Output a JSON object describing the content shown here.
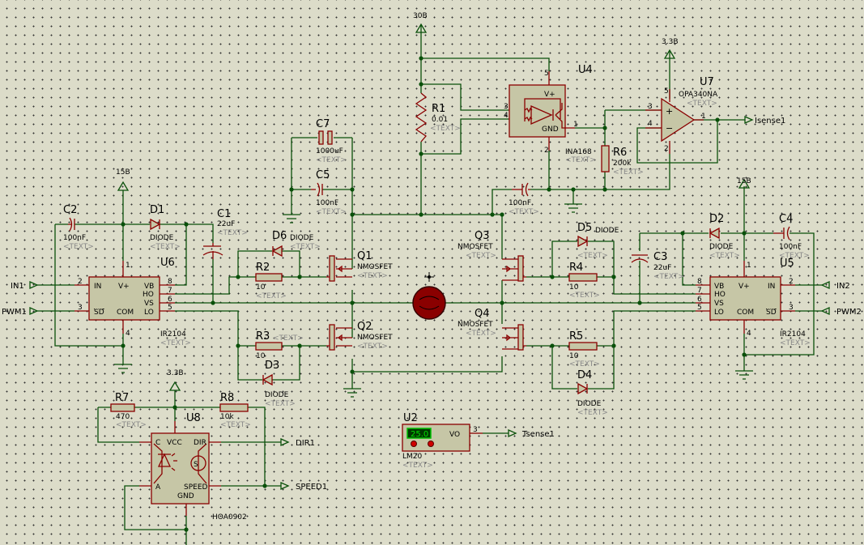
{
  "placeholder_text": "<TEXT>",
  "power": {
    "v30": "30В",
    "v15_left": "15В",
    "v15_right": "15В",
    "v33_opamp": "3.3В",
    "v33_sensor": "3.3В"
  },
  "terminals": {
    "in1": "IN1",
    "pwm1": "PWM1",
    "in2": "IN2",
    "pwm2": "PWM2",
    "isense1": "Isense1",
    "dir1": "DIR1",
    "speed1": "SPEED1",
    "tsense1": "Tsense1"
  },
  "components": {
    "R1": {
      "ref": "R1",
      "value": "0.01"
    },
    "R2": {
      "ref": "R2",
      "value": "10"
    },
    "R3": {
      "ref": "R3",
      "value": "10"
    },
    "R4": {
      "ref": "R4",
      "value": "10"
    },
    "R5": {
      "ref": "R5",
      "value": "10"
    },
    "R6": {
      "ref": "R6",
      "value": "200k"
    },
    "R7": {
      "ref": "R7",
      "value": "470"
    },
    "R8": {
      "ref": "R8",
      "value": "10k"
    },
    "C1": {
      "ref": "C1",
      "value": "22uF"
    },
    "C2": {
      "ref": "C2",
      "value": "100nF"
    },
    "C3": {
      "ref": "C3",
      "value": "22uF"
    },
    "C4": {
      "ref": "C4",
      "value": "100nF"
    },
    "C5": {
      "ref": "C5",
      "value": "100nF"
    },
    "C7": {
      "ref": "C7",
      "value": "1000uF"
    },
    "C_u4": {
      "value": "100nF"
    },
    "D1": {
      "ref": "D1",
      "value": "DIODE"
    },
    "D2": {
      "ref": "D2",
      "value": "DIODE"
    },
    "D3": {
      "ref": "D3",
      "value": "DIODE"
    },
    "D4": {
      "ref": "D4",
      "value": "DIODE"
    },
    "D5": {
      "ref": "D5",
      "value": "DIODE"
    },
    "D6": {
      "ref": "D6",
      "value": "DIODE"
    },
    "Q1": {
      "ref": "Q1",
      "value": "NMOSFET"
    },
    "Q2": {
      "ref": "Q2",
      "value": "NMOSFET"
    },
    "Q3": {
      "ref": "Q3",
      "value": "NMOSFET"
    },
    "Q4": {
      "ref": "Q4",
      "value": "NMOSFET"
    },
    "U2": {
      "ref": "U2",
      "value": "LM20",
      "display": "25.0",
      "pin_vo": "VO"
    },
    "U4": {
      "ref": "U4",
      "value": "INA168",
      "pin_vplus": "V+",
      "pin_gnd": "GND"
    },
    "U5": {
      "ref": "U5",
      "value": "IR2104"
    },
    "U6": {
      "ref": "U6",
      "value": "IR2104"
    },
    "U7": {
      "ref": "U7",
      "value": "OPA340NA"
    },
    "U8": {
      "ref": "U8",
      "value": "HOA0902",
      "pins": {
        "c": "C",
        "vcc": "VCC",
        "dir": "DIR",
        "a": "A",
        "speed": "SPEED",
        "gnd": "GND",
        "s": "S"
      }
    }
  },
  "ir2104_pins": {
    "in": "IN",
    "vplus": "V+",
    "vb": "VB",
    "ho": "HO",
    "vs": "VS",
    "sd": "SD",
    "com": "COM",
    "lo": "LO"
  },
  "pin_numbers": {
    "n1": "1",
    "n2": "2",
    "n3": "3",
    "n4": "4",
    "n5": "5",
    "n6": "6",
    "n7": "7",
    "n8": "8"
  },
  "colors": {
    "wire": "#0a500a",
    "component": "#8a0000",
    "body": "#c6c6a6",
    "background": "#dcdcc9",
    "display": "#00c000"
  }
}
